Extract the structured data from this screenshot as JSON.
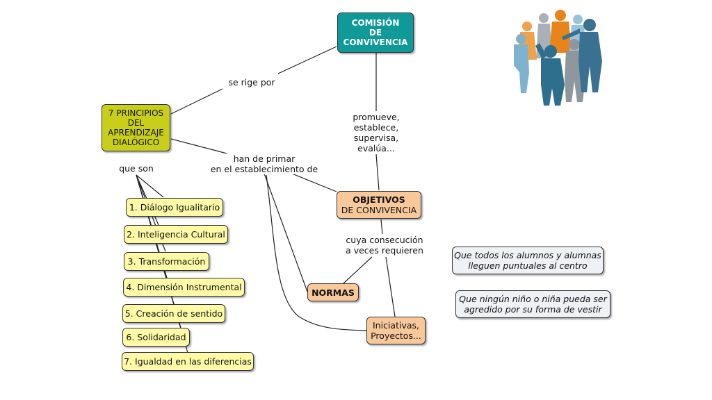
{
  "concepts": {
    "comision": "COMISIÓN\nDE\nCONVIVENCIA",
    "principios": "7 PRINCIPIOS\nDEL\nAPRENDIZAJE\nDIALÓGICO",
    "objetivos_title": "OBJETIVOS",
    "objetivos_sub": "DE CONVIVENCIA",
    "normas": "NORMAS",
    "iniciativas": "Iniciativas,\nProyectos..."
  },
  "links": {
    "se_rige_por": "se rige por",
    "promueve": "promueve,\nestablece,\nsupervisa,\nevalúa...",
    "que_son": "que son",
    "han_de_primar": "han de primar\nen el establecimiento de",
    "cuya_consecucion": "cuya consecución\na veces requieren"
  },
  "principles": [
    "1. Diálogo Igualitario",
    "2. Inteligencia Cultural",
    "3. Transformación",
    "4. Dimensión Instrumental",
    "5. Creación de sentido",
    "6. Solidaridad",
    "7. Igualdad en las diferencias"
  ],
  "examples": [
    "Que todos los alumnos y alumnas\nlleguen puntuales al centro",
    "Que ningún niño o niña pueda ser\nagredido por su forma de vestir"
  ],
  "image": {
    "icon": "people-group-icon",
    "colors": [
      "#2e6f8e",
      "#e8841a",
      "#9aa3ab",
      "#7fb2cf"
    ]
  }
}
